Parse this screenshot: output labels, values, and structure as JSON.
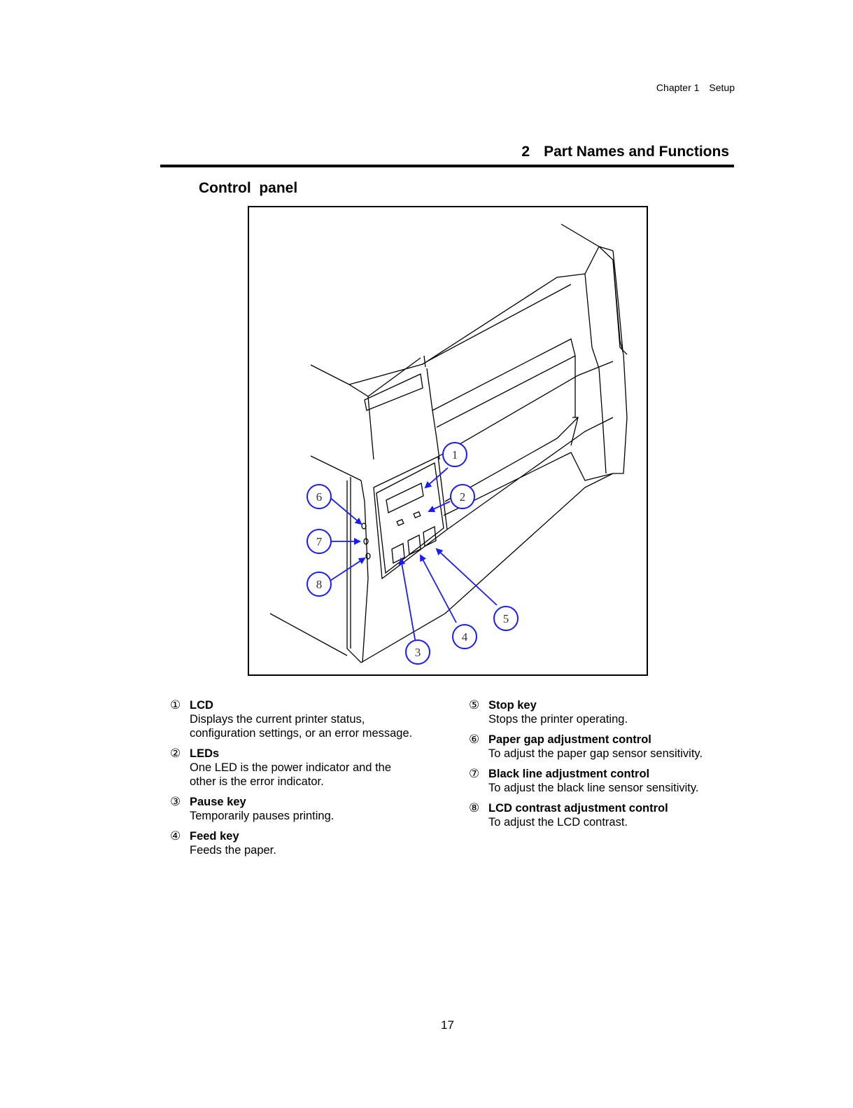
{
  "header": {
    "chapter": "Chapter 1",
    "chapter_title": "Setup"
  },
  "section": {
    "number": "2",
    "title": "Part Names and Functions"
  },
  "subsection": {
    "title": "Control  panel"
  },
  "figure": {
    "callouts": [
      "1",
      "2",
      "3",
      "4",
      "5",
      "6",
      "7",
      "8"
    ],
    "line_color": "#1a1aff"
  },
  "items_left": [
    {
      "marker": "①",
      "title": "LCD",
      "desc": [
        "Displays the current printer status,",
        "configuration settings, or an error message."
      ]
    },
    {
      "marker": "②",
      "title": "LEDs",
      "desc": [
        "One LED is the power indicator and the",
        "other is the error indicator."
      ]
    },
    {
      "marker": "③",
      "title": "Pause key",
      "desc": [
        "Temporarily pauses printing."
      ]
    },
    {
      "marker": "④",
      "title": "Feed key",
      "desc": [
        "Feeds the paper."
      ]
    }
  ],
  "items_right": [
    {
      "marker": "⑤",
      "title": "Stop key",
      "desc": [
        "Stops the printer operating."
      ]
    },
    {
      "marker": "⑥",
      "title": "Paper gap adjustment control",
      "desc": [
        "To adjust the paper gap sensor sensitivity."
      ]
    },
    {
      "marker": "⑦",
      "title": "Black line adjustment control",
      "desc": [
        "To adjust the black line sensor sensitivity."
      ]
    },
    {
      "marker": "⑧",
      "title": "LCD contrast adjustment control",
      "desc": [
        "To adjust the LCD contrast."
      ]
    }
  ],
  "page_number": "17"
}
